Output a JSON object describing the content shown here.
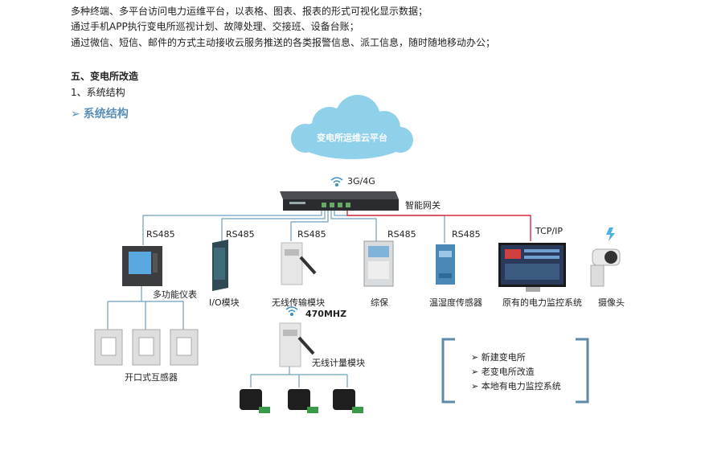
{
  "document": {
    "lines": [
      "多种终端、多平台访问电力运维平台，以表格、图表、报表的形式可视化显示数据；",
      "通过手机APP执行变电所巡视计划、故障处理、交接班、设备台账；",
      "通过微信、短信、邮件的方式主动接收云服务推送的各类报警信息、派工信息，随时随地移动办公；"
    ],
    "heading": "五、变电所改造",
    "subheading": "1、系统结构",
    "section_title": "系统结构",
    "section_arrow": "➢"
  },
  "diagram": {
    "cloud_label": "变电所运维云平台",
    "network_label": "3G/4G",
    "gateway_label": "智能网关",
    "tcpip_label": "TCP/IP",
    "rs485_labels": [
      "RS485",
      "RS485",
      "RS485",
      "RS485",
      "RS485"
    ],
    "devices": {
      "meter": "多功能仪表",
      "io": "I/O模块",
      "wireless_tx": "无线传输模块",
      "protection": "综保",
      "sensor": "温湿度传感器",
      "monitor": "原有的电力监控系统",
      "camera": "摄像头",
      "ct": "开口式互感器",
      "wireless_meter": "无线计量模块"
    },
    "wireless_freq": "470MHZ",
    "legend": [
      "新建变电所",
      "老变电所改造",
      "本地有电力监控系统"
    ],
    "legend_bullet": "➢"
  },
  "colors": {
    "accent": "#5a8fb8",
    "cloud": "#8fd0ea",
    "line_blue": "#6e9fbf",
    "line_red": "#d8283c",
    "legend_bracket": "#5d8aa8"
  }
}
